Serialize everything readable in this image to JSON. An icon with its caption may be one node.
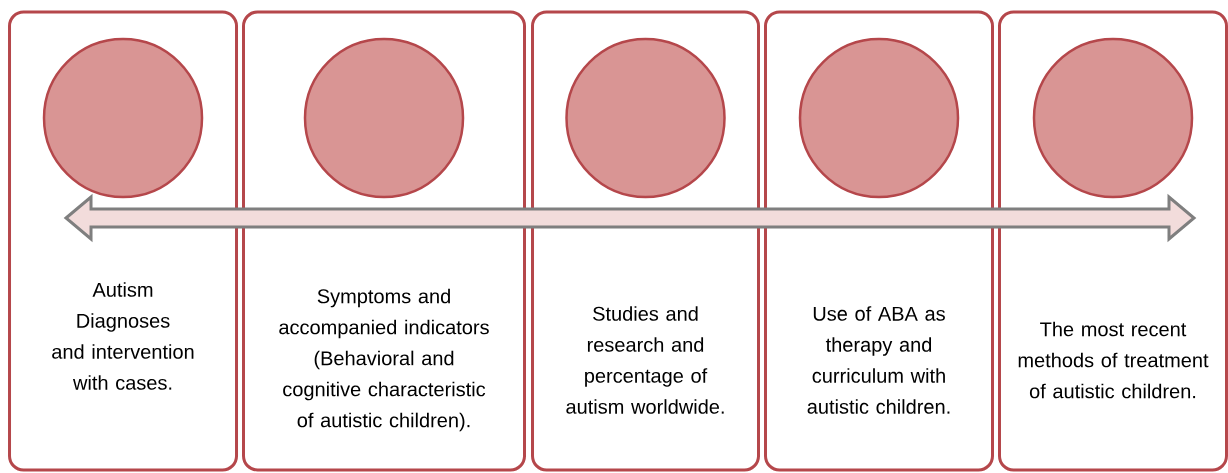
{
  "diagram": {
    "nodes": [
      {
        "text": [
          "Autism Diagnoses and intervention with cases."
        ]
      },
      {
        "text": [],
        "shape": "circle",
        "in": 0
      },
      {
        "text": [
          "Symptoms and accompanied indicators (Behavioral and cognitive characteristic of autistic children)."
        ]
      },
      {
        "text": [],
        "shape": "circle",
        "in": 2
      },
      {
        "text": [
          "Studies and research and percentage of autism worldwide."
        ]
      },
      {
        "text": [],
        "shape": "circle",
        "in": 4
      },
      {
        "text": [
          "Use of ABA as therapy and curriculum with autistic children."
        ]
      },
      {
        "text": [],
        "shape": "circle",
        "in": 6
      },
      {
        "text": [
          "The most recent methods of treatment of autistic children."
        ]
      },
      {
        "text": [],
        "shape": "circle",
        "in": 8
      }
    ]
  }
}
